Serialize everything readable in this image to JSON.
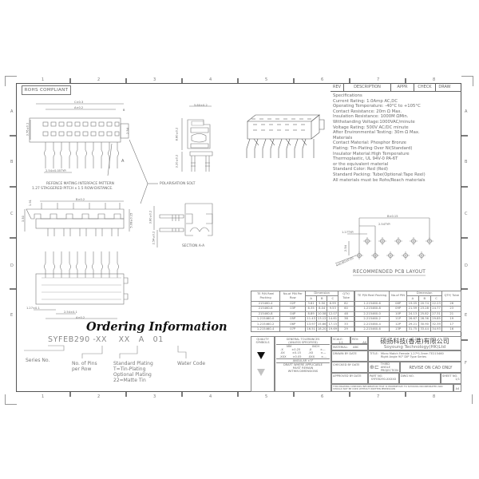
{
  "sheet": {
    "zones_columns": [
      "1",
      "2",
      "3",
      "4",
      "5",
      "6",
      "7",
      "8"
    ],
    "zones_rows": [
      "A",
      "B",
      "C",
      "D",
      "E",
      "F"
    ],
    "rohs_label": "ROHS COMPLIANT"
  },
  "revision_block": {
    "headers": [
      "REV",
      "DESCRIPTION",
      "APPR",
      "CHECK",
      "DRAW"
    ]
  },
  "specifications": {
    "lines": [
      "Specifications",
      "Current Rating: 1.0Amp AC,DC",
      "Operating Temperature: -40°C to +105°C",
      "Contact Resistance: 20m Ω Max.",
      "Insulation Resistance: 1000M ΩMin.",
      "Withstanding Voltage:1000VAC/minute",
      "Voltage Rating: 500V AC/DC minute",
      "After Environmental Testing: 30m Ω Max.",
      "Materials",
      "Contact Material: Phosphor Bronze",
      "Plating: Tin-Plating Over Ni(Standard)",
      "Insulator Material:High Temperature",
      "Thermoplastic, UL 94V-0 PA-6T",
      "or the equivalent material",
      "Standard Color: Red (Red)",
      "Standard Packing: Tube(Optional:Tape Reel)",
      "All materials must be Rohs/Reach materials"
    ]
  },
  "pcb_layout": {
    "title": "RECOMMENDED PCB LAYOUT",
    "dim_overall": "B±0.15",
    "dim_pitch": "2.54TYP.",
    "dim_stagger": "1.27TYP.",
    "dim_row": "2.54",
    "dim_hole": "4X0.80±0.05"
  },
  "drawing_views": {
    "top_dim_c": "C±0.3",
    "top_dim_a": "A±0.2",
    "top_dim_b_small": "B",
    "top_side_dim": "3.76±0.1",
    "top_side_right": "2.54",
    "pitch_dim": "2.54±0.05TYP.",
    "mating_note_1": "REFENCE MATING INTERFACE PATTERN",
    "mating_note_2": "1.27 STAGGERED PITCH x 1.5 ROW-DISTANCE.",
    "polarisation_label": "POLARISATION SOLT",
    "side_width": "5.60±0.2",
    "side_height": "8.80±0.2",
    "side_leg": "3.20±0.2",
    "front_dim_b": "B±0.2",
    "front_left_1": "1.91",
    "front_left_2": "3.50",
    "front_right": "5.08±0.15",
    "section_label": "SECTION A-A",
    "section_dim_1": "3.80±0.2",
    "section_dim_2": "2.54±0.2",
    "bottom_dim_1": "1.27±0.1",
    "bottom_dim_2": "2.54±0.1",
    "bottom_dim_a": "A±0.2",
    "section_marker": "A"
  },
  "dimension_tables": [
    {
      "headers": [
        "TE P/N Reel Packing",
        "No.of PIN Per Row",
        "Dimension",
        "QTY/ Tube"
      ],
      "sub_headers": [
        "A",
        "B",
        "C"
      ],
      "rows": [
        [
          "215460-4",
          "02P",
          "3.81",
          "5.50",
          "6.99",
          "82"
        ],
        [
          "215460-6",
          "03P",
          "6.35",
          "8.04",
          "9.53",
          "60"
        ],
        [
          "215460-8",
          "04P",
          "8.89",
          "10.58",
          "12.07",
          "48"
        ],
        [
          "1-215460-0",
          "05P",
          "11.43",
          "13.12",
          "14.61",
          "38"
        ],
        [
          "1-215460-2",
          "06P",
          "13.97",
          "15.66",
          "17.15",
          "33"
        ],
        [
          "1-215460-4",
          "07P",
          "16.51",
          "18.20",
          "19.69",
          "29"
        ]
      ]
    },
    {
      "headers": [
        "TE P/N Reel Packing",
        "No.of PIN",
        "Dimension",
        "QTY/ Tube"
      ],
      "sub_headers": [
        "A",
        "B",
        "C"
      ],
      "rows": [
        [
          "1-215460-6",
          "08P",
          "19.05",
          "20.74",
          "22.23",
          "26"
        ],
        [
          "1-215460-8",
          "09P",
          "21.59",
          "23.28",
          "24.77",
          "23"
        ],
        [
          "2-215460-0",
          "10P",
          "24.13",
          "25.82",
          "27.31",
          "21"
        ],
        [
          "2-215460-2",
          "11P",
          "26.67",
          "28.36",
          "29.85",
          "19"
        ],
        [
          "2-215460-4",
          "12P",
          "29.21",
          "30.90",
          "32.39",
          "17"
        ],
        [
          "2-215460-6",
          "13P",
          "31.75",
          "33.44",
          "34.93",
          "16"
        ]
      ]
    }
  ],
  "ordering_info": {
    "title": "Ordering Information",
    "part_pattern": "SYFEB290 -XX    XX   A   01",
    "series_label": "Series No.",
    "pins_label_1": "No. of Pins",
    "pins_label_2": "per Row",
    "plating_lines": [
      "Standard Plating",
      "T=Tin-Plating",
      "Optional Plating",
      "22=Matte Tin"
    ],
    "water_code": "Water Code"
  },
  "title_block": {
    "quality_symbols": "QUALITY SYMBOLS",
    "gen_tol_1": "GENERAL TOLERANCES",
    "gen_tol_2": "(UNLESS SPECIFIED)",
    "mm": "MM",
    "inch": "INCH",
    "tol_rows": [
      [
        ".X",
        "±0.25",
        ".X",
        "±---"
      ],
      [
        ".XX",
        "±0.15",
        ".XX",
        "±---"
      ],
      [
        ".XXX",
        "±0.05",
        ".XXX",
        "±---"
      ]
    ],
    "angular": "ANGULAR ±3°",
    "draft_1": "DRAFT WHERE APPLICABLE",
    "draft_2": "MUST REMAIN",
    "draft_3": "WITHIN DIMENSIONS",
    "scale_label": "SCALE:",
    "scale_value": "1:1",
    "rev_label": "REV:",
    "rev_value": "A0",
    "material_label": "MATERIAL:",
    "material_value": "ABC",
    "drawn_by": "DRAWN BY    DATE",
    "checked_by": "CHECKED BY   DATE",
    "approved_by": "APPROVED BY  DATE",
    "company_cn": "硕扬科技(香港)有限公司",
    "company_en": "Soyoung Technology(HK)Ltd",
    "title_label": "TITLE:",
    "title_line_1": "Micro Match Female 1.27*1.5mm TE215460",
    "title_line_2": "Right Angle 90° DIP Type Series",
    "projection": "THIRD ANGLE PROJECTION",
    "revise_note": "REVISE ON CAD ONLY",
    "part_no_label": "PART NO.",
    "part_no_value": "SYFEB290-XXXXX",
    "dwg_no_label": "DWG NO.",
    "sheet_label": "SHEET NO.",
    "sheet_value": "1/1",
    "size": "A4",
    "proprietary": "THIS DRAWING CONTAINS INFORMATION THAT IS PROPRIETARY TO SOYOUNG INCORPORATED AND SHOULD NOT BE USED WITHOUT WRITTEN PERMISSION"
  }
}
